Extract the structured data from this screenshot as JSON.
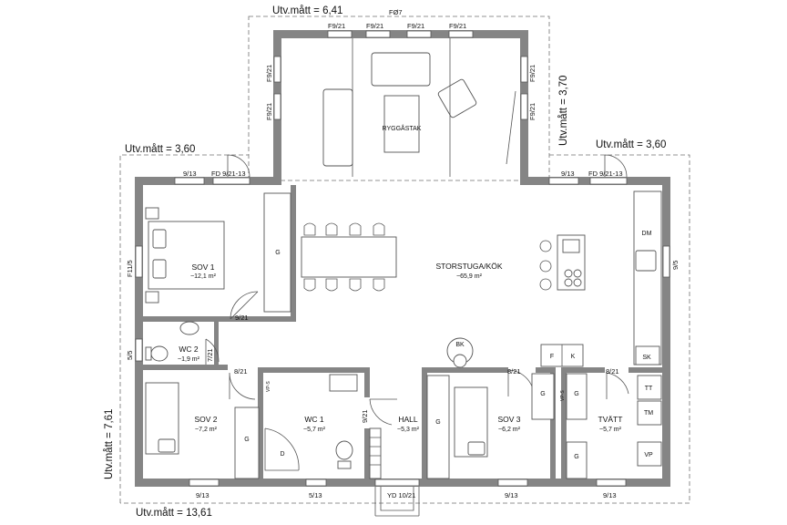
{
  "dimensions": {
    "top_width": "Utv.mått = 6,41",
    "top_left_width": "Utv.mått = 3,60",
    "top_right_width": "Utv.mått = 3,60",
    "top_depth": "Utv.mått = 3,70",
    "total_depth": "Utv.mått = 7,61",
    "total_width": "Utv.mått = 13,61"
  },
  "rooms": {
    "storstuga": {
      "name": "STORSTUGA/KÖK",
      "area": "~65,9 m²"
    },
    "sov1": {
      "name": "SOV 1",
      "area": "~12,1 m²"
    },
    "wc2": {
      "name": "WC 2",
      "area": "~1,9 m²"
    },
    "sov2": {
      "name": "SOV 2",
      "area": "~7,2 m²"
    },
    "wc1": {
      "name": "WC 1",
      "area": "~5,7 m²"
    },
    "hall": {
      "name": "HALL",
      "area": "~5,3 m²"
    },
    "sov3": {
      "name": "SOV 3",
      "area": "~6,2 m²"
    },
    "tvatt": {
      "name": "TVÄTT",
      "area": "~5,7 m²"
    }
  },
  "windows": {
    "bay_top": "FØ7",
    "bay_f1": "F9/21",
    "bay_f2": "F9/21",
    "bay_f3": "F9/21",
    "bay_f4": "F9/21",
    "bay_left1": "F9/21",
    "bay_left2": "F9/21",
    "bay_right1": "F9/21",
    "bay_right2": "F9/21",
    "sov1_window": "9/13",
    "left_door": "FD 9/21-13",
    "right_window": "9/13",
    "right_door": "FD 9/21-13",
    "sov1_side": "F11/5",
    "kitchen_side": "9/5",
    "wc2_side": "5/5",
    "sov2_bottom": "9/13",
    "wc1_bottom": "5/13",
    "entry_door": "YD 10/21",
    "sov3_bottom": "9/13",
    "tvatt_bottom": "9/13"
  },
  "doors": {
    "sov1": "9/21",
    "wc2": "7/21",
    "sov2": "8/21",
    "wc1": "9/21",
    "sov3": "8/21",
    "tvatt": "8/21"
  },
  "fixtures": {
    "roof": "RYGGÅSTAK",
    "wardrobe1": "G",
    "wardrobe_sov2": "G",
    "shower": "D",
    "hall_wardrobe": "G",
    "sov3_wardrobe": "G",
    "tvatt_wardrobe1": "G",
    "tvatt_wardrobe2": "G",
    "stove": "BK",
    "fridge": "F",
    "freezer": "K",
    "dishwasher": "DM",
    "cabinet": "SK",
    "dryer": "TT",
    "washer": "TM",
    "water_heater": "VP",
    "vent1": "VP-S",
    "vent2": "VP-S"
  }
}
